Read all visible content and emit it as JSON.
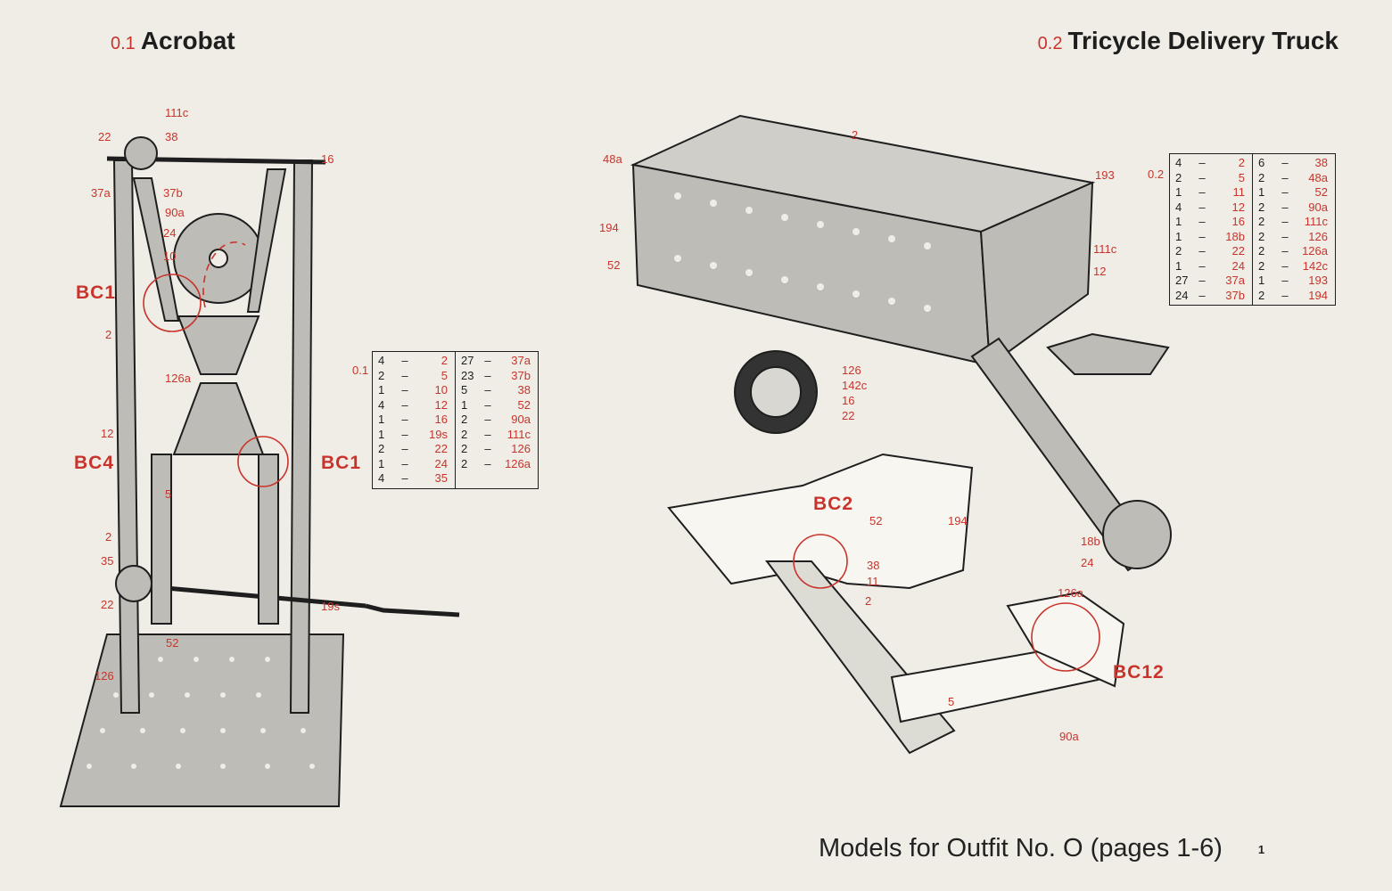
{
  "model1": {
    "number": "0.1",
    "name": "Acrobat",
    "labels": [
      "111c",
      "22",
      "38",
      "16",
      "37a",
      "37b",
      "90a",
      "24",
      "10",
      "2",
      "126a",
      "12",
      "5",
      "2",
      "35",
      "22",
      "19s",
      "52",
      "126"
    ],
    "callouts": [
      "BC1",
      "BC4",
      "BC1"
    ],
    "parts_table": {
      "tag": "0.1",
      "col1": [
        {
          "qty": "4",
          "part": "2"
        },
        {
          "qty": "2",
          "part": "5"
        },
        {
          "qty": "1",
          "part": "10"
        },
        {
          "qty": "4",
          "part": "12"
        },
        {
          "qty": "1",
          "part": "16"
        },
        {
          "qty": "1",
          "part": "19s"
        },
        {
          "qty": "2",
          "part": "22"
        },
        {
          "qty": "1",
          "part": "24"
        },
        {
          "qty": "4",
          "part": "35"
        }
      ],
      "col2": [
        {
          "qty": "27",
          "part": "37a"
        },
        {
          "qty": "23",
          "part": "37b"
        },
        {
          "qty": "5",
          "part": "38"
        },
        {
          "qty": "1",
          "part": "52"
        },
        {
          "qty": "2",
          "part": "90a"
        },
        {
          "qty": "2",
          "part": "111c"
        },
        {
          "qty": "2",
          "part": "126"
        },
        {
          "qty": "2",
          "part": "126a"
        }
      ]
    }
  },
  "model2": {
    "number": "0.2",
    "name": "Tricycle Delivery Truck",
    "labels": [
      "2",
      "48a",
      "193",
      "194",
      "52",
      "111c",
      "12",
      "126",
      "142c",
      "16",
      "22",
      "18b",
      "24"
    ],
    "detail_labels": [
      "52",
      "194",
      "38",
      "11",
      "2",
      "126a",
      "5",
      "90a"
    ],
    "callouts": [
      "BC2",
      "BC12"
    ],
    "parts_table": {
      "tag": "0.2",
      "col1": [
        {
          "qty": "4",
          "part": "2"
        },
        {
          "qty": "2",
          "part": "5"
        },
        {
          "qty": "1",
          "part": "11"
        },
        {
          "qty": "4",
          "part": "12"
        },
        {
          "qty": "1",
          "part": "16"
        },
        {
          "qty": "1",
          "part": "18b"
        },
        {
          "qty": "2",
          "part": "22"
        },
        {
          "qty": "1",
          "part": "24"
        },
        {
          "qty": "27",
          "part": "37a"
        },
        {
          "qty": "24",
          "part": "37b"
        }
      ],
      "col2": [
        {
          "qty": "6",
          "part": "38"
        },
        {
          "qty": "2",
          "part": "48a"
        },
        {
          "qty": "1",
          "part": "52"
        },
        {
          "qty": "2",
          "part": "90a"
        },
        {
          "qty": "2",
          "part": "111c"
        },
        {
          "qty": "2",
          "part": "126"
        },
        {
          "qty": "2",
          "part": "126a"
        },
        {
          "qty": "2",
          "part": "142c"
        },
        {
          "qty": "1",
          "part": "193"
        },
        {
          "qty": "2",
          "part": "194"
        }
      ]
    }
  },
  "footer": {
    "text": "Models for Outfit No. O (pages 1-6)",
    "page": "1"
  },
  "colors": {
    "accent": "#c8342c",
    "ink": "#1e1e1e",
    "paper": "#efede6"
  }
}
